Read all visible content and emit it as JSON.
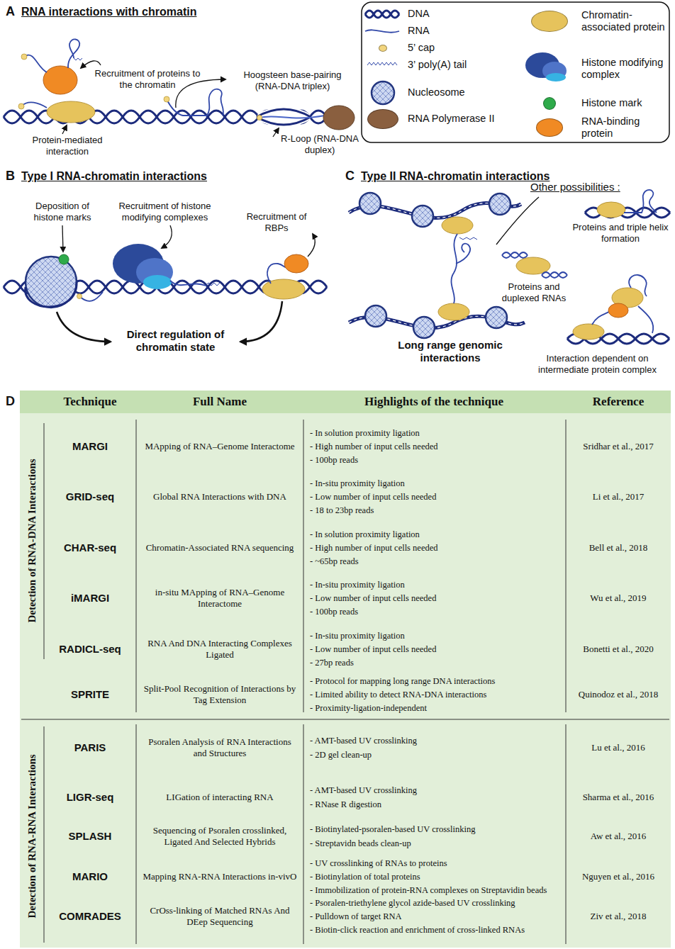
{
  "diagram": {
    "labels": [
      "A",
      "RNA interactions with chromatin",
      "Recruitment of proteins to the chromatin",
      "Hoogsteen base-pairing (RNA-DNA triplex)",
      "Protein-mediated interaction",
      "R-Loop (RNA-DNA duplex)",
      "B",
      "Type I RNA-chromatin interactions",
      "Deposition of histone marks",
      "Recruitment of histone modifying complexes",
      "Recruitment of RBPs",
      "Direct regulation of chromatin state",
      "C",
      "Type II RNA-chromatin interactions",
      "Other possibilities :",
      "Proteins and triple helix formation",
      "Proteins and duplexed RNAs",
      "Long range genomic interactions",
      "Interaction dependent on intermediate protein complex",
      "D",
      "Technique",
      "Full Name",
      "Highlights of the technique",
      "Reference",
      "Detection of RNA-DNA Interactions",
      "MARGI",
      "MApping of RNA–Genome Interactome",
      "- In solution proximity ligation",
      "- High number of input cells needed",
      "- 100bp reads",
      "Sridhar et al., 2017",
      "GRID-seq",
      "Global RNA Interactions with DNA",
      "- In-situ proximity ligation",
      "- Low number of input cells needed",
      "- 18 to 23bp reads",
      "Li et al., 2017",
      "CHAR-seq",
      "Chromatin-Associated RNA sequencing",
      "- In solution proximity ligation",
      "- High number of input cells needed",
      "- ~65bp reads",
      "Bell et al., 2018",
      "iMARGI",
      "in-situ MApping of RNA–Genome Interactome",
      "- In-situ proximity ligation",
      "- Low number of input cells needed",
      "- 100bp reads",
      "Wu et al., 2019",
      "RADICL-seq",
      "RNA And DNA Interacting Complexes Ligated",
      "- In-situ proximity ligation",
      "- Low number of input cells needed",
      "- 27bp reads",
      "Bonetti et al., 2020",
      "SPRITE",
      "Split-Pool Recognition of Interactions by Tag Extension",
      "- Protocol for mapping long range DNA interactions",
      "- Limited ability to detect RNA-DNA interactions",
      "- Proximity-ligation-independent",
      "Quinodoz et al., 2018",
      "Detection of RNA-RNA Interactions",
      "PARIS",
      "Psoralen Analysis of RNA Interactions and Structures",
      "- AMT-based UV crosslinking",
      "- 2D gel clean-up",
      "Lu et al., 2016",
      "LIGR-seq",
      "LIGation of interacting RNA",
      "- AMT-based UV crosslinking",
      "- RNase R digestion",
      "Sharma et al., 2016",
      "SPLASH",
      "Sequencing of Psoralen crosslinked, Ligated And Selected Hybrids",
      "- Biotinylated-psoralen-based UV crosslinking",
      "- Streptavidn beads clean-up",
      "Aw et al., 2016",
      "MARIO",
      "Mapping RNA-RNA Interactions in-vivO",
      "- UV crosslinking of RNAs to proteins",
      "- Biotinylation of total proteins",
      "- Immobilization of protein-RNA complexes on Streptavidin beads",
      "Nguyen et al., 2016",
      "COMRADES",
      "CrOss-linking of Matched RNAs And DEep Sequencing",
      "- Psoralen-triethylene glycol azide-based UV crosslinking",
      "- Pulldown of target RNA",
      "- Biotin-click reaction and enrichment of cross-linked RNAs",
      "Ziv et al., 2018"
    ],
    "legend": [
      {
        "text": "DNA"
      },
      {
        "text": "RNA"
      },
      {
        "text": "5’ cap",
        "color": "#f2d57e"
      },
      {
        "text": "3’ poly(A) tail"
      },
      {
        "text": "Nucleosome"
      },
      {
        "text": "RNA Polymerase II",
        "color": "#8a5f3f"
      },
      {
        "text": "Chromatin-associated protein",
        "color": "#e6c35c"
      },
      {
        "text": "Histone modifying complex"
      },
      {
        "text": "Histone mark",
        "color": "#2eaa4a"
      },
      {
        "text": "RNA-binding protein",
        "color": "#f08a24"
      }
    ]
  }
}
